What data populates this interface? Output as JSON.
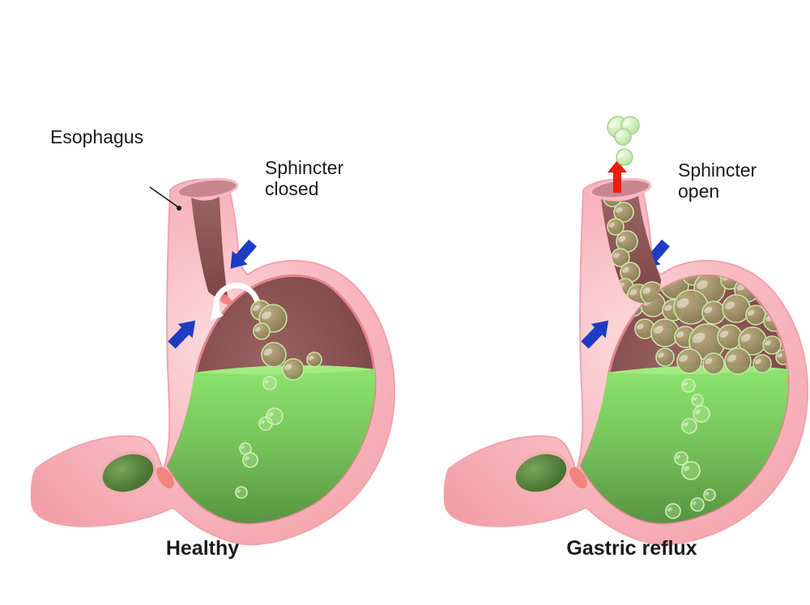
{
  "page": {
    "background": "#ffffff"
  },
  "diagrams": [
    {
      "id": "healthy",
      "caption": "Healthy",
      "esophagus_label": "Esophagus",
      "sphincter_label": "Sphincter closed"
    },
    {
      "id": "gastric-reflux",
      "caption": "Gastric reflux",
      "sphincter_label": "Sphincter open"
    }
  ],
  "icons": {
    "pressure_arrow": "blue-arrow-icon",
    "reflux_arrow": "red-up-arrow-icon",
    "blocked_reflux_arrow": "white-curved-arrow-icon",
    "gas_bubble": "bubble-icon"
  },
  "colors": {
    "label_color": "#1b1b1b",
    "stomach_wall_pink": "#f8bcc2",
    "wall_edge_pink": "#f0a3ac",
    "cavity_maroon": "#854d4d",
    "acid_green": "#8ee56e",
    "acid_green_dark": "#579441",
    "bubble_olive": "#a2956a",
    "bubble_rim_green": "#c8e6a4",
    "escaped_bubble_green": "#cfeebb",
    "duodenum_green": "#527d39",
    "pressure_blue": "#1d3cc4",
    "reflux_red": "#ed1c10"
  }
}
